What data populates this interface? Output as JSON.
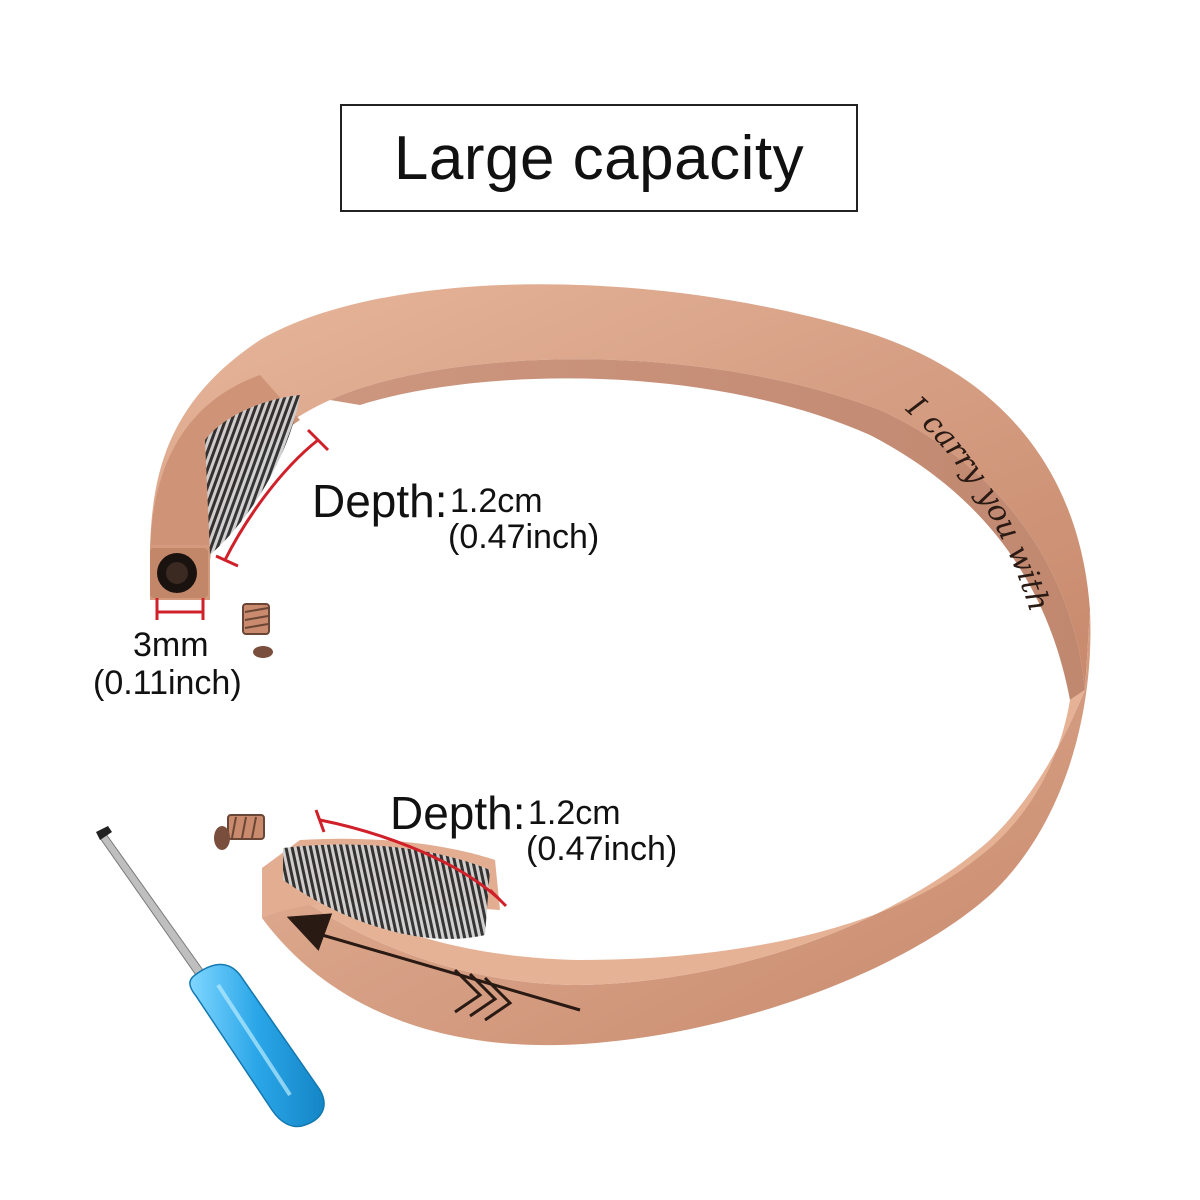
{
  "title": "Large capacity",
  "engraving": "I carry you with",
  "top_opening": {
    "depth_label": "Depth:",
    "depth_value": "1.2cm",
    "depth_inch": "(0.47inch)",
    "hole_value": "3mm",
    "hole_inch": "(0.11inch)"
  },
  "bottom_opening": {
    "depth_label": "Depth:",
    "depth_value": "1.2cm",
    "depth_inch": "(0.47inch)"
  },
  "icons": [
    "screw-icon",
    "screwdriver-icon",
    "arrow-engraving-icon"
  ],
  "colors": {
    "bracelet": "#d9a58a",
    "bracelet_shadow": "#b07a62",
    "measure_line": "#d0202a",
    "screwdriver_handle": "#39b6f0"
  }
}
